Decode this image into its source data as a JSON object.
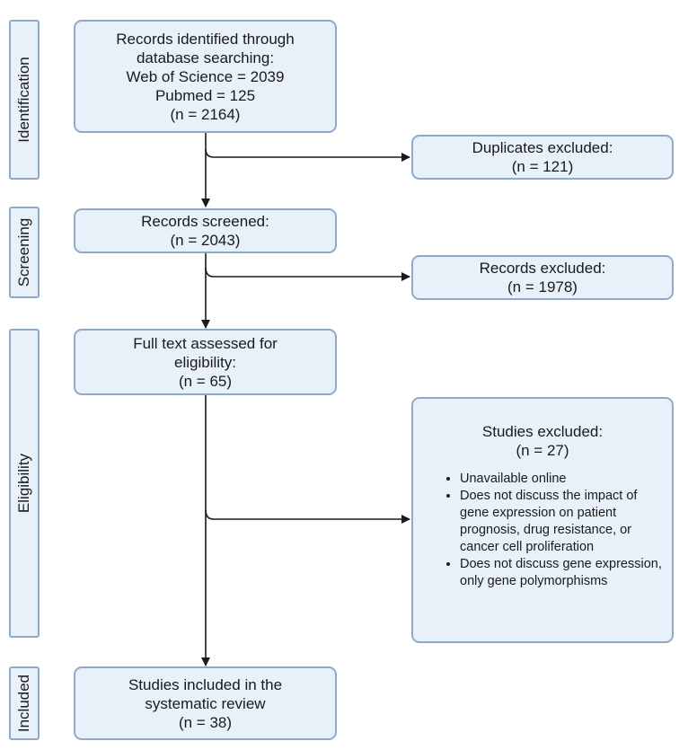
{
  "stages": {
    "identification": "Identification",
    "screening": "Screening",
    "eligibility": "Eligibility",
    "included": "Included"
  },
  "boxes": {
    "identified": [
      "Records identified through",
      "database searching:",
      "Web of Science = 2039",
      "Pubmed = 125",
      "(n = 2164)"
    ],
    "duplicates": [
      "Duplicates excluded:",
      "(n = 121)"
    ],
    "screened": [
      "Records screened:",
      "(n = 2043)"
    ],
    "records_excluded": [
      "Records excluded:",
      "(n = 1978)"
    ],
    "full_text": [
      "Full text assessed for",
      "eligibility:",
      "(n = 65)"
    ],
    "studies_excluded": {
      "title": "Studies excluded:",
      "count": "(n = 27)",
      "reasons": [
        "Unavailable online",
        "Does not discuss the impact of gene expression on patient prognosis, drug resistance, or cancer cell proliferation",
        "Does not discuss gene expression, only gene polymorphisms"
      ]
    },
    "included": [
      "Studies included in the",
      "systematic review",
      "(n = 38)"
    ]
  },
  "colors": {
    "box_fill": "#e8f0f9",
    "box_border": "#8fa9c9",
    "arrow": "#1a1a1a"
  }
}
